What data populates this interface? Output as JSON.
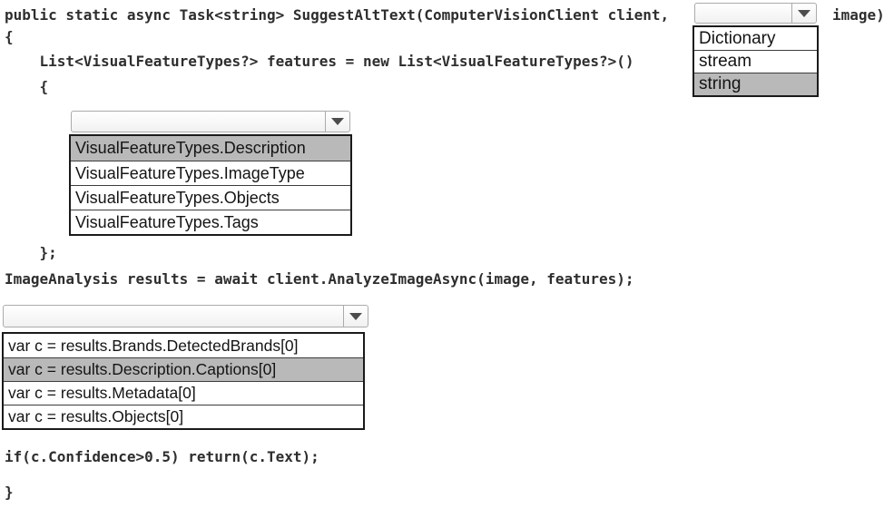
{
  "code": {
    "lines": {
      "signature_prefix": "public static async Task<string> SuggestAltText(ComputerVisionClient client,",
      "signature_suffix": "image)",
      "open_brace_outer": "{",
      "list_decl": "    List<VisualFeatureTypes?> features = new List<VisualFeatureTypes?>()",
      "open_brace_inner": "    {",
      "close_brace_list": "    };",
      "analyze_call": "ImageAnalysis results = await client.AnalyzeImageAsync(image, features);",
      "confidence_check": "if(c.Confidence>0.5) return(c.Text);",
      "close_brace_outer": "}"
    }
  },
  "dropdowns": {
    "image_param_type": {
      "value": "",
      "selected_index": 2,
      "options": [
        "Dictionary",
        "stream",
        "string"
      ]
    },
    "visual_feature": {
      "value": "",
      "selected_index": 0,
      "options": [
        "VisualFeatureTypes.Description",
        "VisualFeatureTypes.ImageType",
        "VisualFeatureTypes.Objects",
        "VisualFeatureTypes.Tags"
      ]
    },
    "caption_variable": {
      "value": "",
      "selected_index": 1,
      "options": [
        "var c = results.Brands.DetectedBrands[0]",
        "var c = results.Description.Captions[0]",
        "var c = results.Metadata[0]",
        "var c = results.Objects[0]"
      ]
    }
  },
  "colors": {
    "selected_row_bg": "#b9b9b9",
    "list_border": "#1a1a1a",
    "combo_border": "#ababab",
    "arrow": "#4d4d4d",
    "code_text": "#2e2e2e",
    "list_text": "#141414",
    "row_separator": "#3c3c3c"
  }
}
